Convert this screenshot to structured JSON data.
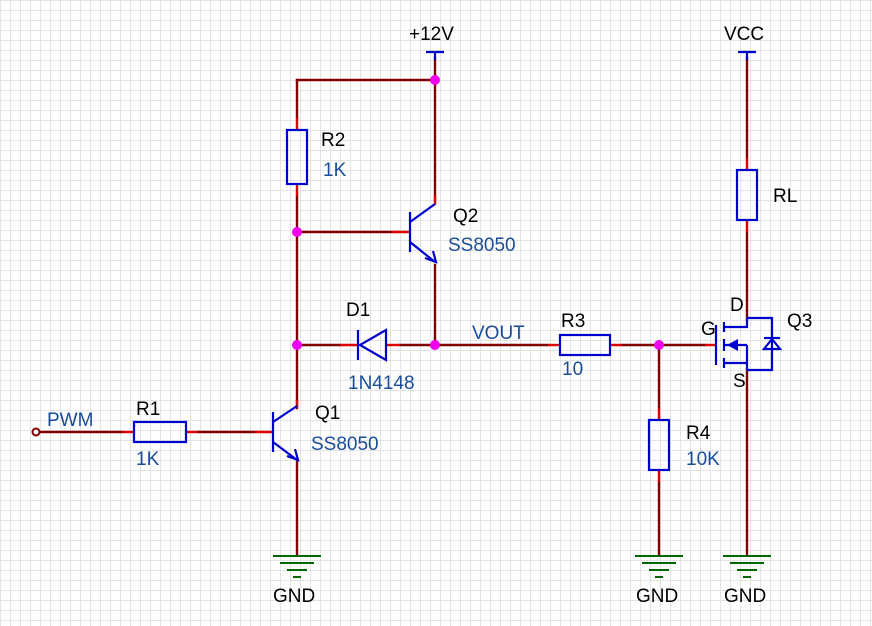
{
  "supplies": {
    "plus12v": "+12V",
    "vcc": "VCC"
  },
  "grounds": {
    "q1": "GND",
    "r4": "GND",
    "q3": "GND"
  },
  "net_labels": {
    "pwm": "PWM",
    "vout": "VOUT"
  },
  "components": {
    "r1": {
      "ref": "R1",
      "value": "1K"
    },
    "r2": {
      "ref": "R2",
      "value": "1K"
    },
    "r3": {
      "ref": "R3",
      "value": "10"
    },
    "r4": {
      "ref": "R4",
      "value": "10K"
    },
    "rl": {
      "ref": "RL"
    },
    "d1": {
      "ref": "D1",
      "value": "1N4148"
    },
    "q1": {
      "ref": "Q1",
      "value": "SS8050"
    },
    "q2": {
      "ref": "Q2",
      "value": "SS8050"
    },
    "q3": {
      "ref": "Q3",
      "pin_d": "D",
      "pin_g": "G",
      "pin_s": "S"
    }
  },
  "colors": {
    "wire": "#800000",
    "pin": "#e00000",
    "component": "#0000cc",
    "junction": "#ee00ee",
    "ground": "#006600",
    "designator_text": "#000000",
    "value_text": "#1a4d99"
  }
}
